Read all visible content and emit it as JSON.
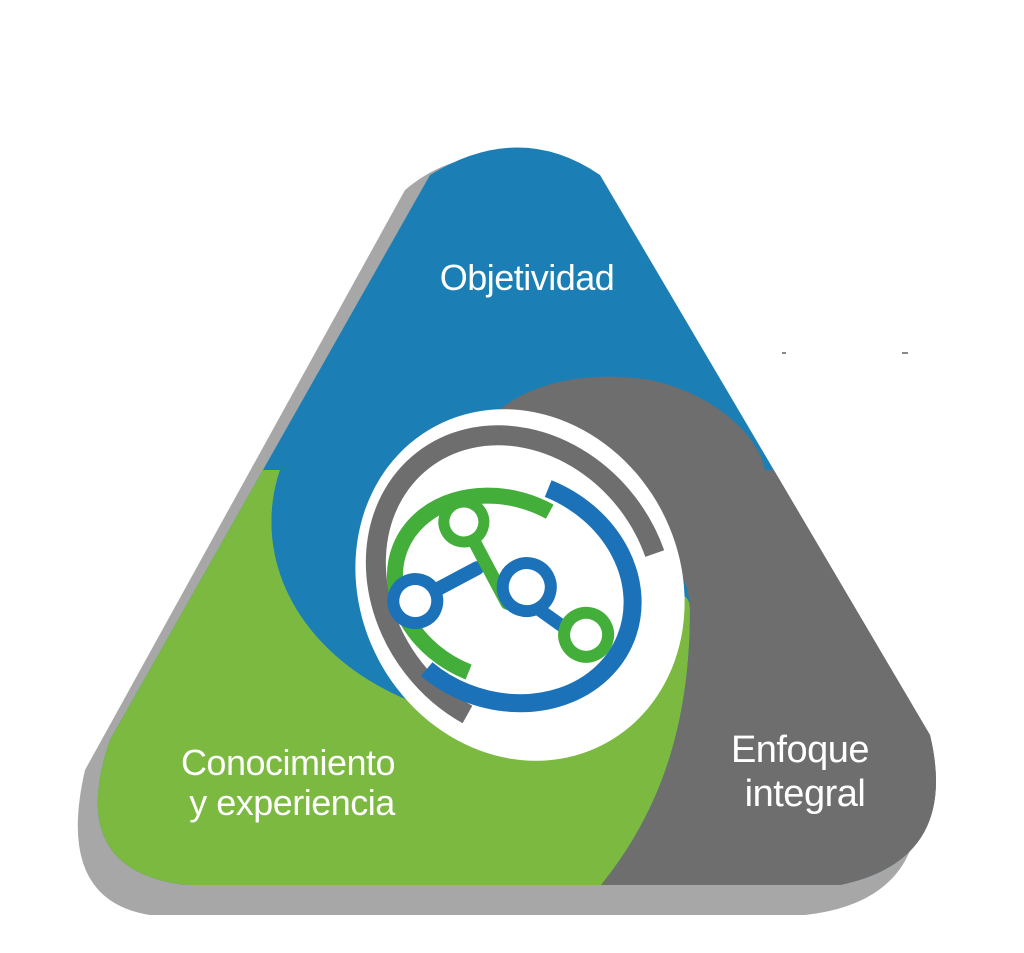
{
  "segments": {
    "top": {
      "label": "Objetividad",
      "color": "#1b7fb5"
    },
    "left": {
      "label_line1": "Conocimiento",
      "label_line2": "y experiencia",
      "color": "#7bb941"
    },
    "right": {
      "label_line1": "Enfoque",
      "label_line2": "integral",
      "color": "#6e6e6e"
    }
  },
  "emblem": {
    "icon": "circuit-globe-icon",
    "colors": {
      "blue": "#1b72b8",
      "green": "#44ae3a",
      "grey": "#6e6e6e"
    }
  },
  "shadow_color": "#a7a7a7"
}
